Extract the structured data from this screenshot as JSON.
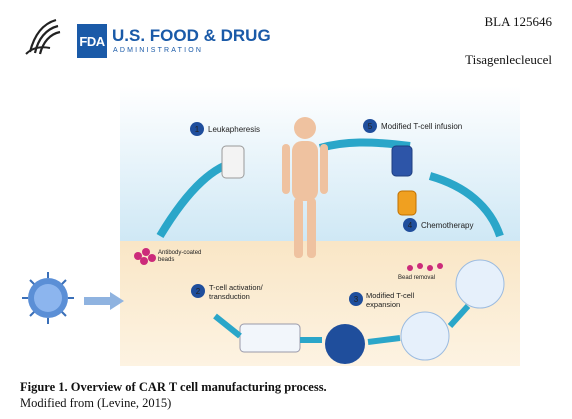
{
  "header": {
    "agency_mark": "FDA",
    "agency_name": "U.S. FOOD & DRUG",
    "agency_sub": "ADMINISTRATION",
    "bla": "BLA 125646",
    "product": "Tisagenlecleucel"
  },
  "figure": {
    "steps": [
      {
        "num": "1",
        "label": "Leukapheresis"
      },
      {
        "num": "2",
        "label1": "T-cell activation/",
        "label2": "transduction"
      },
      {
        "num": "3",
        "label1": "Modified T-cell",
        "label2": "expansion"
      },
      {
        "num": "4",
        "label": "Chemotherapy"
      },
      {
        "num": "5",
        "label": "Modified T-cell infusion"
      }
    ],
    "beads_label1": "Antibody-coated",
    "beads_label2": "beads",
    "bead_removal": "Bead removal",
    "colors": {
      "step_badge": "#1f4e9c",
      "arrow": "#2aa6c9",
      "sky": "#d9eef8",
      "ground": "#f7e3c2"
    }
  },
  "caption": {
    "title": "Figure 1. Overview of CAR T cell manufacturing process.",
    "source": "Modified from (Levine, 2015)"
  }
}
